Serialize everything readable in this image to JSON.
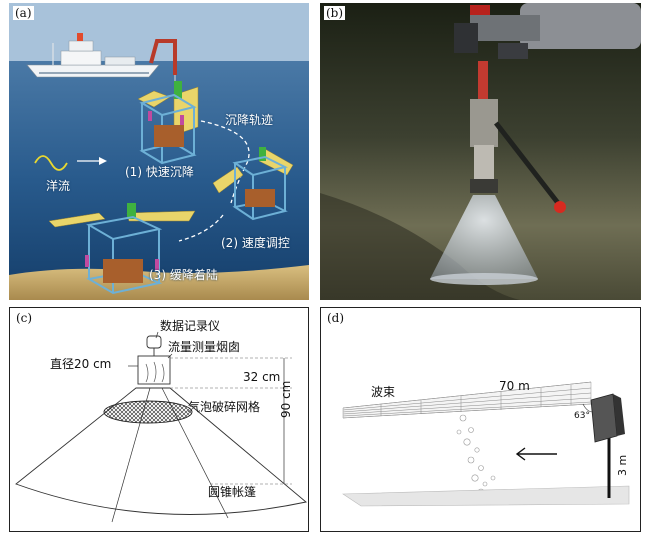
{
  "panels": {
    "a": {
      "label": "(a)",
      "labels": {
        "trajectory": "沉降轨迹",
        "current": "洋流",
        "step1": "(1) 快速沉降",
        "step2": "(2) 速度调控",
        "step3": "(3) 缓降着陆"
      }
    },
    "b": {
      "label": "(b)"
    },
    "c": {
      "label": "(c)",
      "labels": {
        "data_logger": "数据记录仪",
        "flow_chimney": "流量测量烟囱",
        "diameter": "直径20 cm",
        "h32": "32 cm",
        "bubble_grid": "气泡破碎网格",
        "h90": "90 cm",
        "cone_tent": "圆锥帐篷"
      }
    },
    "d": {
      "label": "(d)",
      "labels": {
        "beam": "波束",
        "range": "70 m",
        "angle": "63°",
        "height": "3 m"
      }
    }
  },
  "colors": {
    "sea_top": "#3f6f9e",
    "sea_bottom": "#123f6d",
    "sky": "#9bb8d4",
    "seafloor": "#c8ad6e",
    "photo_dark": "#1e2418",
    "photo_sediment": "#6e7056",
    "lander_panel": "#e9d56a",
    "lander_frame": "#5fa2c9",
    "lander_box": "#b06a30",
    "lander_green": "#3fb13f"
  }
}
